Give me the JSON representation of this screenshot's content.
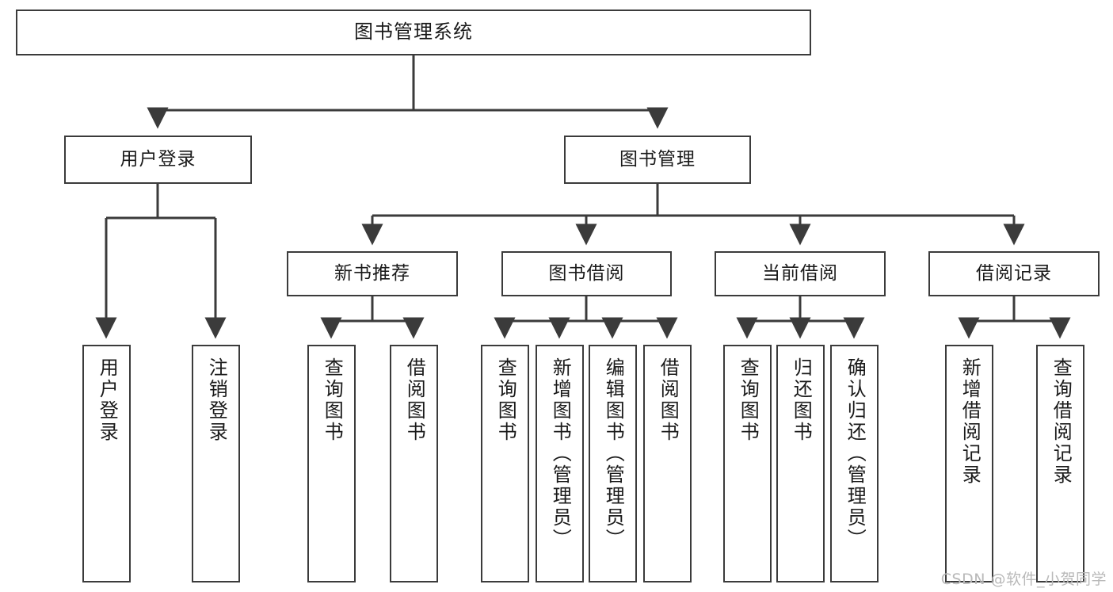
{
  "diagram": {
    "type": "tree-hierarchy-chart",
    "title": "图书管理系统",
    "watermark": "CSDN @软件_小贺同学",
    "colors": {
      "box_border": "#3b3b3b",
      "box_fill": "#ffffff",
      "connector": "#3b3b3b",
      "text": "#1a1a1a",
      "watermark": "#b9b9b9",
      "background": "#ffffff"
    },
    "levels": {
      "root": {
        "label": "图书管理系统"
      },
      "level2": [
        {
          "label": "用户登录"
        },
        {
          "label": "图书管理"
        }
      ],
      "level3": [
        {
          "label": "新书推荐"
        },
        {
          "label": "图书借阅"
        },
        {
          "label": "当前借阅"
        },
        {
          "label": "借阅记录"
        }
      ],
      "leaves": {
        "user_login": [
          {
            "label": "用户登录"
          },
          {
            "label": "注销登录"
          }
        ],
        "new_book_recommend": [
          {
            "label": "查询图书"
          },
          {
            "label": "借阅图书"
          }
        ],
        "book_borrow": [
          {
            "label": "查询图书"
          },
          {
            "label": "新增图书（管理员）"
          },
          {
            "label": "编辑图书（管理员）"
          },
          {
            "label": "借阅图书"
          }
        ],
        "current_borrow": [
          {
            "label": "查询图书"
          },
          {
            "label": "归还图书"
          },
          {
            "label": "确认归还（管理员）"
          }
        ],
        "borrow_record": [
          {
            "label": "新增借阅记录"
          },
          {
            "label": "查询借阅记录"
          }
        ]
      }
    }
  }
}
